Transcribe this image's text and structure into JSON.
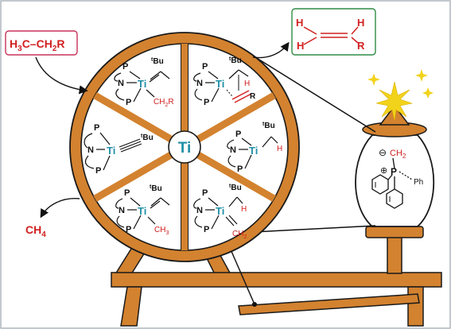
{
  "colors": {
    "wood": "#D3822F",
    "wood_outline": "#1a1a1a",
    "red": "#D22020",
    "teal": "#1F8FA6",
    "green_box": "#2E8B45",
    "pink_box": "#C9325A",
    "black": "#111111",
    "spark": "#F2D31B"
  },
  "reactant": {
    "prefix": "H",
    "sub": "3",
    "rest": "C–CH",
    "sub2": "2",
    "suffix": "R"
  },
  "product": {
    "h1": "H",
    "h2": "H",
    "h3": "H",
    "r": "R"
  },
  "methane": {
    "main": "CH",
    "sub": "4"
  },
  "hub": {
    "label": "Ti"
  },
  "segments": [
    {
      "metal": "Ti",
      "n": "N",
      "p1": "P",
      "p2": "P",
      "ligand": "tBu",
      "extra": "CH2R"
    },
    {
      "metal": "Ti",
      "n": "N",
      "p1": "P",
      "p2": "P",
      "ligand": "tBu",
      "extra": "H",
      "r": "R"
    },
    {
      "metal": "Ti",
      "n": "N",
      "p1": "P",
      "p2": "P",
      "ligand": "tBu",
      "extra": "H"
    },
    {
      "metal": "Ti",
      "n": "N",
      "p1": "P",
      "p2": "P",
      "ligand": "tBu",
      "extra": "H",
      "ch": "CH2"
    },
    {
      "metal": "Ti",
      "n": "N",
      "p1": "P",
      "p2": "P",
      "ligand": "tBu",
      "extra": "CH3"
    },
    {
      "metal": "Ti",
      "n": "N",
      "p1": "P",
      "p2": "P",
      "ligand": "tBu"
    }
  ],
  "lamp": {
    "minus": "⊖",
    "ch2": "CH2",
    "plus": "⊕",
    "p": "P",
    "ph": "Ph"
  },
  "icons": [
    "arrow-in-icon",
    "arrow-out-icon",
    "spark-icon"
  ]
}
